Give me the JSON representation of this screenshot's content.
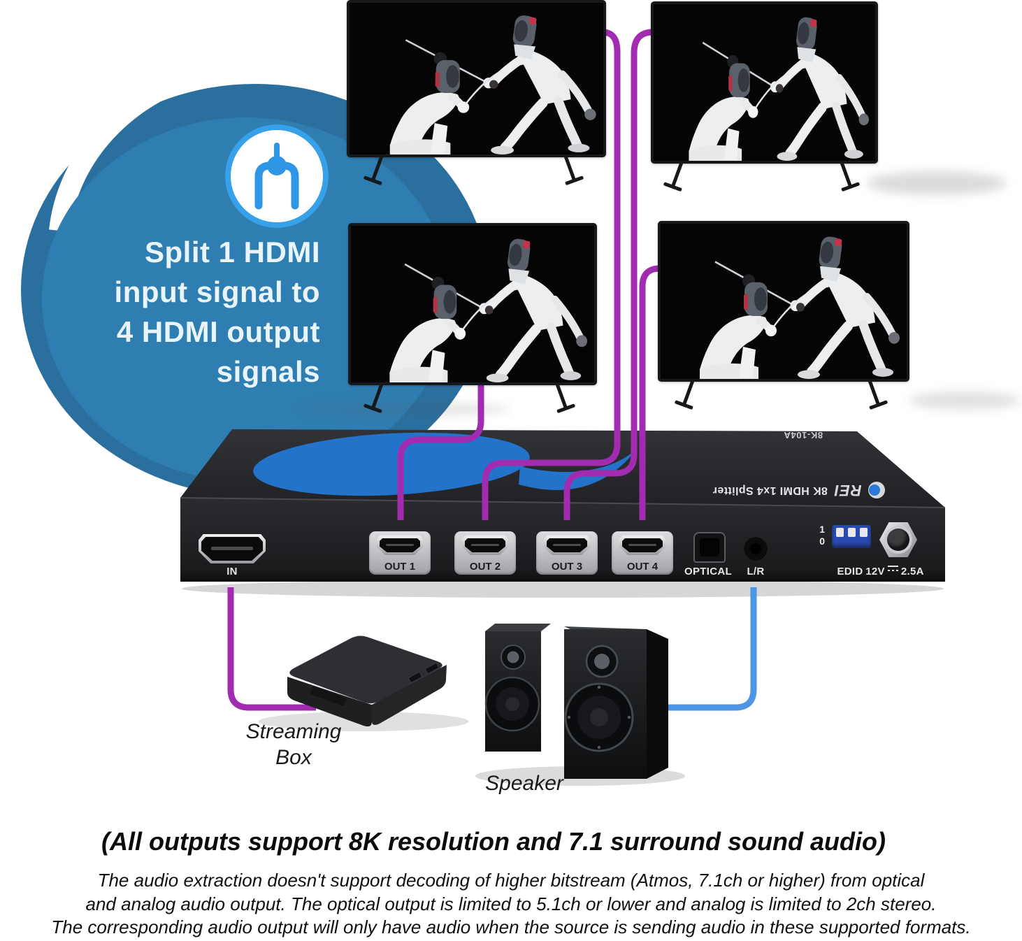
{
  "bubble": {
    "lines": [
      "Split 1 HDMI",
      "input signal to",
      "4 HDMI output",
      "signals"
    ]
  },
  "device": {
    "brand_mark": "REI",
    "product_name": "8K HDMI 1x4 Splitter",
    "model_number": "8K-104A",
    "in_label": "IN",
    "out_labels": [
      "OUT 1",
      "OUT 2",
      "OUT 3",
      "OUT 4"
    ],
    "optical_label": "OPTICAL",
    "analog_label": "L/R",
    "edid_label": "EDID",
    "dip_on": "1",
    "dip_off": "0",
    "power_voltage": "12V",
    "power_current": "2.5A"
  },
  "peripherals": {
    "streaming_box_label": "Streaming Box",
    "speaker_label": "Speaker"
  },
  "footer": {
    "headline": "(All outputs support 8K resolution and 7.1 surround sound audio)",
    "disclaimer_lines": [
      "The audio extraction doesn't support decoding of higher bitstream (Atmos, 7.1ch or higher) from optical",
      "and analog audio output. The optical output is limited to 5.1ch or lower and analog is limited to 2ch stereo.",
      "The corresponding audio output will only have audio when the source is sending audio in these supported formats."
    ]
  },
  "colors": {
    "hdmi_cable": "#A12CB0",
    "audio_cable": "#4E96E3",
    "bubble_outer": "#2B6F9F",
    "bubble_inner": "#2F7EB2",
    "icon_blue": "#2F96E6",
    "logo_blue": "#2273C9"
  }
}
